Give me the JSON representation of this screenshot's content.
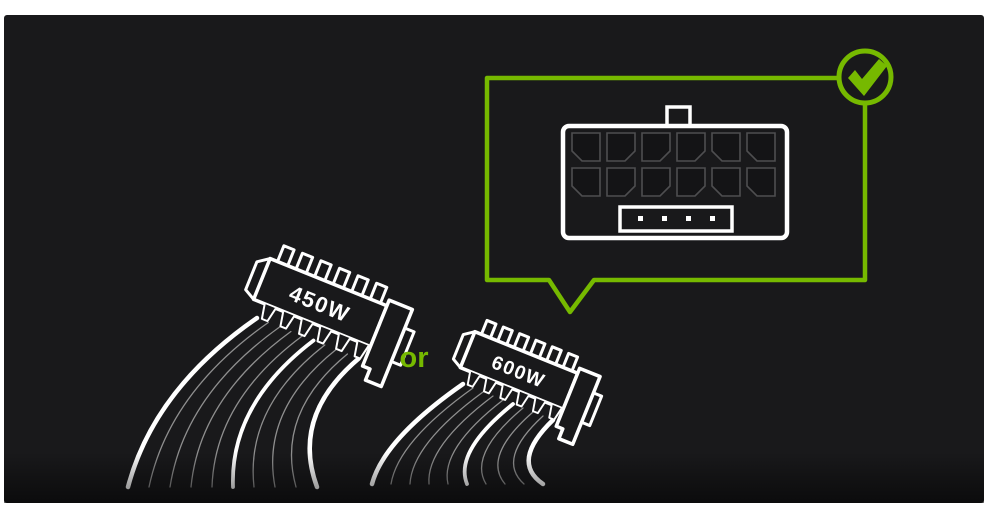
{
  "page": {
    "background": "#ffffff"
  },
  "canvas": {
    "background": "#19191b"
  },
  "colors": {
    "accent_green": "#76b900",
    "line_white": "#ffffff",
    "cable_dim": "#8f8f8f",
    "pin_outline": "#4e4e50",
    "pin_fill": "#141416"
  },
  "connectors": [
    {
      "label": "450W"
    },
    {
      "label": "600W"
    }
  ],
  "separator": {
    "label": "or"
  },
  "callout": {
    "icon": "check-circle",
    "socket": {
      "pin_rows": 2,
      "pin_cols": 6,
      "sense_pin_count": 4,
      "chamfers": [
        [
          "bl",
          "br",
          "br",
          "br",
          "bl",
          "bl"
        ],
        [
          "bl",
          "br",
          "br",
          "br",
          "bl",
          "bl"
        ]
      ]
    }
  }
}
